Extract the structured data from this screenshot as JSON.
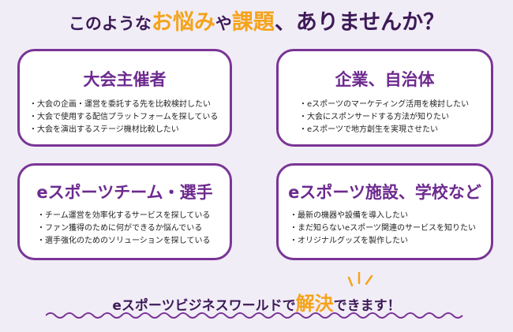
{
  "headline": {
    "part1": "このような",
    "part2": "お悩み",
    "part3": "や",
    "part4": "課題",
    "part5": "、ありませんか？"
  },
  "cards": [
    {
      "title": "大会主催者",
      "items": [
        "大会の企画・運営を委託する先を比較検討したい",
        "大会で使用する配信プラットフォームを探している",
        "大会を演出するステージ機材比較したい"
      ]
    },
    {
      "title": "企業、自治体",
      "items": [
        "eスポーツのマーケティング活用を検討したい",
        "大会にスポンサードする方法が知りたい",
        "eスポーツで地方創生を実現させたい"
      ]
    },
    {
      "title": "eスポーツチーム・選手",
      "items": [
        "チーム運営を効率化するサービスを探している",
        "ファン獲得のために何ができるか悩んでいる",
        "選手強化のためのソリューションを探している"
      ]
    },
    {
      "title": "eスポーツ施設、学校など",
      "items": [
        "最新の機器や設備を導入したい",
        "まだ知らないeスポーツ関連のサービスを知りたい",
        "オリジナルグッズを製作したい"
      ]
    }
  ],
  "footer": {
    "part1": "eスポーツビジネスワールドで",
    "part2": "解決",
    "part3": "できます！"
  },
  "colors": {
    "accent": "#f5a31a",
    "purple": "#7a3596",
    "dark": "#3d1a57",
    "background": "#f1edf7"
  }
}
